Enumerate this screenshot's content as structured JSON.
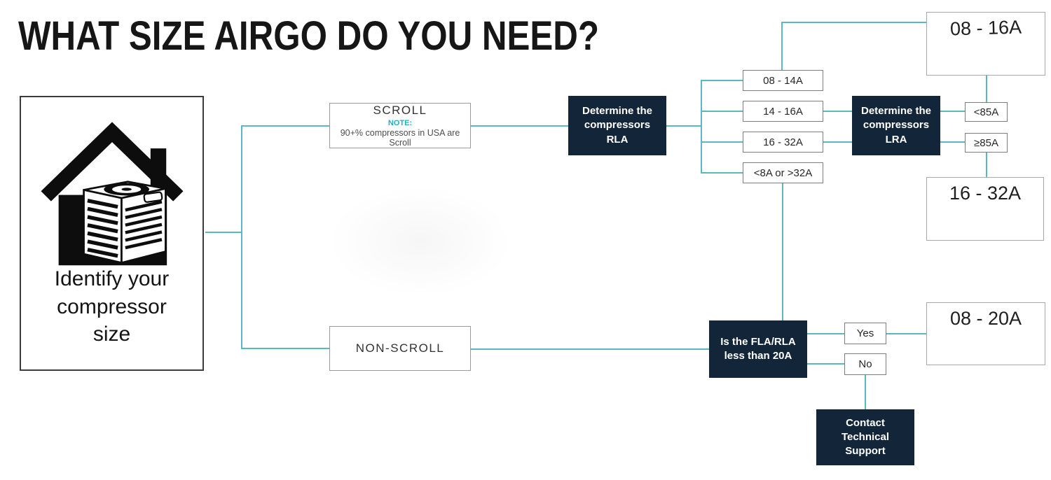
{
  "title": "WHAT SIZE AIRGO DO YOU NEED?",
  "start": {
    "label": "Identify your\ncompressor\nsize"
  },
  "scroll": {
    "label": "SCROLL",
    "note_label": "NOTE:",
    "note_text": "90+% compressors in USA are Scroll"
  },
  "non_scroll": {
    "label": "NON-SCROLL"
  },
  "determine_rla": {
    "label": "Determine the\ncompressors\nRLA"
  },
  "determine_lra": {
    "label": "Determine the\ncompressors\nLRA"
  },
  "rla_ranges": [
    "08 - 14A",
    "14 - 16A",
    "16 - 32A",
    "<8A or >32A"
  ],
  "lra_ranges": [
    "<85A",
    "≥85A"
  ],
  "fla_question": {
    "label": "Is the FLA/RLA\nless than 20A"
  },
  "yes_label": "Yes",
  "no_label": "No",
  "support": {
    "label": "Contact\nTechnical\nSupport"
  },
  "results": {
    "size_08_16": "08 - 16A",
    "size_16_32": "16 - 32A",
    "size_08_20": "08 - 20A"
  },
  "colors": {
    "connector_teal": "#5bb7c3",
    "navy": "#132639",
    "note_teal": "#1fb0c2"
  }
}
